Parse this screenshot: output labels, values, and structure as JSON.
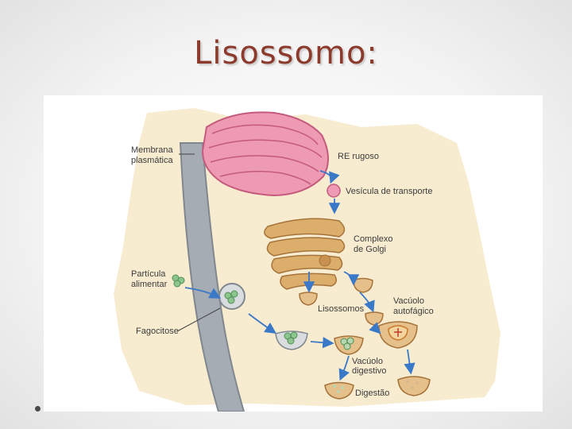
{
  "slide": {
    "title": "Lisossomo:"
  },
  "diagram": {
    "labels": {
      "membrana_1": "Membrana",
      "membrana_2": "plasmática",
      "re": "RE rugoso",
      "vesicula": "Vesícula de transporte",
      "golgi_1": "Complexo",
      "golgi_2": "de Golgi",
      "particula_1": "Partícula",
      "particula_2": "alimentar",
      "lisossomos": "Lisossomos",
      "vacuolo_auto_1": "Vacúolo",
      "vacuolo_auto_2": "autofágico",
      "fagocitose": "Fagocitose",
      "vacuolo_dig_1": "Vacúolo",
      "vacuolo_dig_2": "digestivo",
      "digestao": "Digestão"
    },
    "colors": {
      "cytoplasm": "#f8ecd0",
      "membrane": "#8e959c",
      "er": "#e88aa6",
      "golgi": "#dcae6c",
      "arrow": "#3a78c8"
    }
  }
}
